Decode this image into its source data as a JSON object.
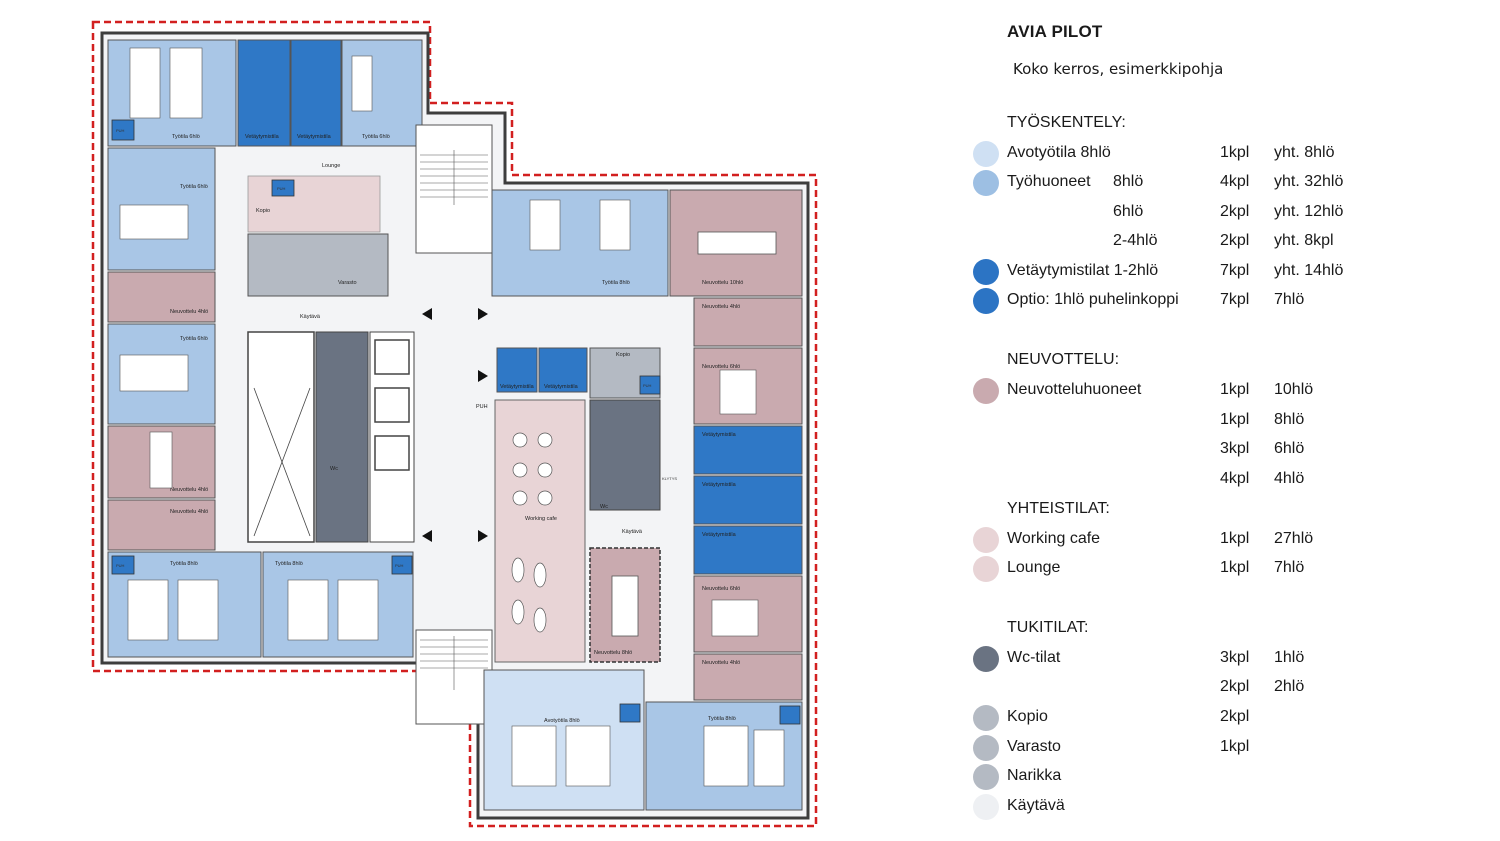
{
  "legend": {
    "title": "AVIA PILOT",
    "subtitle": "Koko kerros, esimerkkipohja",
    "sections": {
      "work": "TYÖSKENTELY:",
      "meet": "NEUVOTTELU:",
      "common": "YHTEISTILAT:",
      "support": "TUKITILAT:"
    },
    "rows": [
      {
        "name": "Avotyötila 8hlö",
        "size": "",
        "count": "1kpl",
        "total": "yht. 8hlö",
        "color": "#cfe0f3"
      },
      {
        "name": "Työhuoneet",
        "size": "8hlö",
        "count": "4kpl",
        "total": "yht. 32hlö",
        "color": "#9dbfe3"
      },
      {
        "name": "",
        "size": "6hlö",
        "count": "2kpl",
        "total": "yht. 12hlö",
        "color": ""
      },
      {
        "name": "",
        "size": "2-4hlö",
        "count": "2kpl",
        "total": "yht. 8kpl",
        "color": ""
      },
      {
        "name": "Vetäytymistilat 1-2hlö",
        "size": "",
        "count": "7kpl",
        "total": "yht. 14hlö",
        "color": "#2c74c4"
      },
      {
        "name": "Optio: 1hlö puhelinkoppi",
        "size": "",
        "count": "7kpl",
        "total": "7hlö",
        "color": "#2c74c4"
      },
      {
        "name": "Neuvotteluhuoneet",
        "size": "",
        "count": "1kpl",
        "total": "10hlö",
        "color": "#c9aaaf"
      },
      {
        "name": "",
        "size": "",
        "count": "1kpl",
        "total": "8hlö",
        "color": ""
      },
      {
        "name": "",
        "size": "",
        "count": "3kpl",
        "total": "6hlö",
        "color": ""
      },
      {
        "name": "",
        "size": "",
        "count": "4kpl",
        "total": "4hlö",
        "color": ""
      },
      {
        "name": "Working cafe",
        "size": "",
        "count": "1kpl",
        "total": "27hlö",
        "color": "#e8d4d6"
      },
      {
        "name": "Lounge",
        "size": "",
        "count": "1kpl",
        "total": "7hlö",
        "color": "#e8d4d6"
      },
      {
        "name": "Wc-tilat",
        "size": "",
        "count": "3kpl",
        "total": "1hlö",
        "color": "#6a7382"
      },
      {
        "name": "",
        "size": "",
        "count": "2kpl",
        "total": "2hlö",
        "color": ""
      },
      {
        "name": "Kopio",
        "size": "",
        "count": "2kpl",
        "total": "",
        "color": "#b4bac3"
      },
      {
        "name": "Varasto",
        "size": "",
        "count": "1kpl",
        "total": "",
        "color": "#b4bac3"
      },
      {
        "name": "Narikka",
        "size": "",
        "count": "",
        "total": "",
        "color": "#b4bac3"
      },
      {
        "name": "Käytävä",
        "size": "",
        "count": "",
        "total": "",
        "color": "#eef0f3"
      }
    ]
  },
  "plan": {
    "rooms": {
      "tyotila_6hlo_a": "Työtila 6hlö",
      "vetaytymistila": "Vetäytymistila",
      "tyotila_6hlo_b": "Työtila 6hlö",
      "lounge": "Lounge",
      "kopio": "Kopio",
      "puh": "PUH",
      "varasto": "Varasto",
      "tyotila_8hlo": "Työtila 8hlö",
      "neuvottelu_10hlo": "Neuvottelu 10hlö",
      "neuvottelu_4hlo": "Neuvottelu 4hlö",
      "neuvottelu_6hlo": "Neuvottelu 6hlö",
      "neuvottelu_8hlo": "Neuvottelu 8hlö",
      "kaytava": "Käytävä",
      "working_cafe": "Working cafe",
      "avotyotila_8hlo": "Avotyötila 8hlö",
      "wc": "Wc",
      "klytys": "KLYTYS"
    }
  }
}
